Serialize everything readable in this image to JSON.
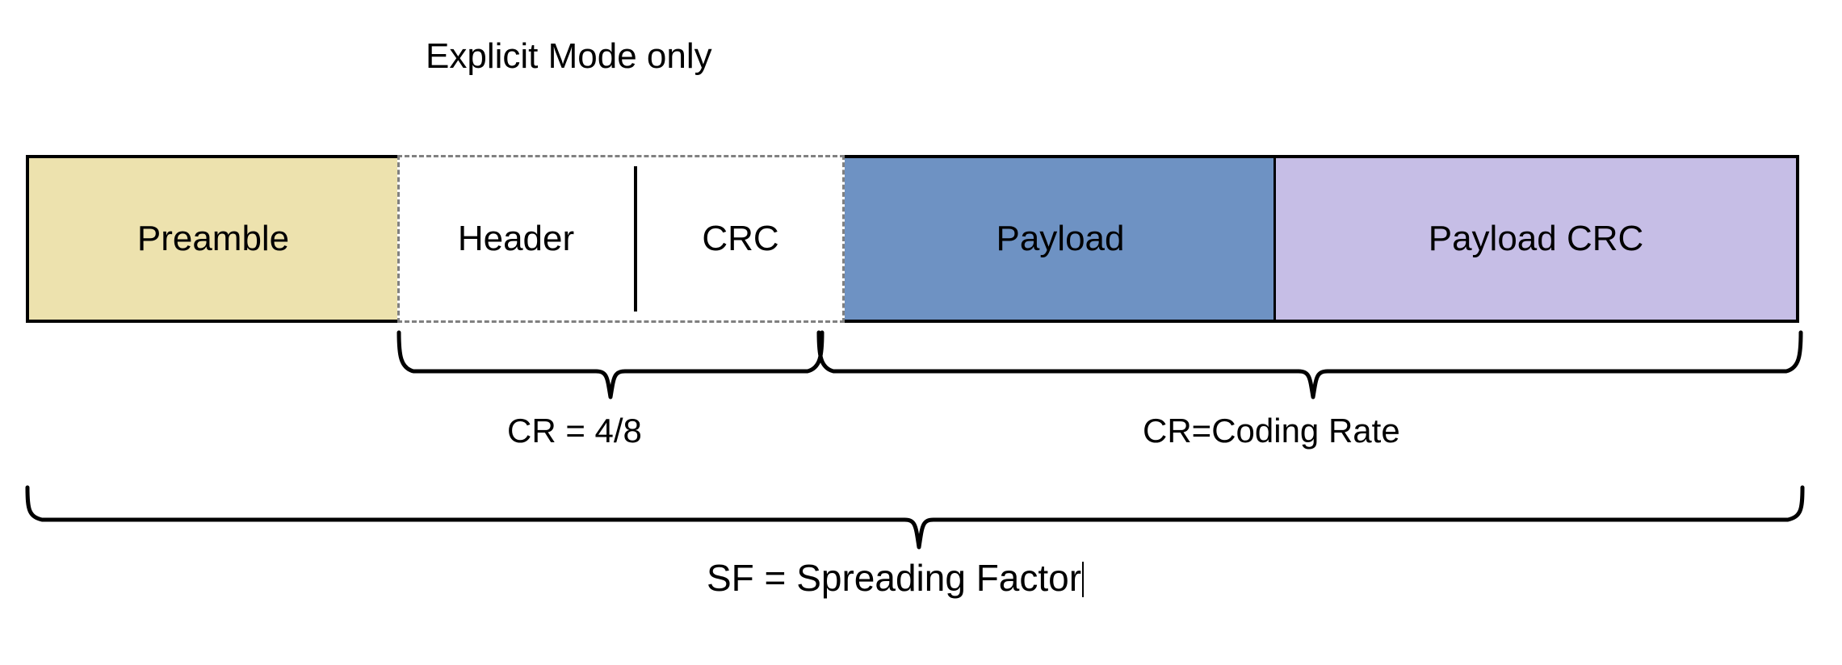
{
  "diagram": {
    "title": "Explicit Mode only",
    "segments": [
      {
        "id": "preamble",
        "label": "Preamble",
        "fill": "#EDE2AE",
        "border": "solid"
      },
      {
        "id": "header",
        "label": "Header",
        "fill": "#FFFFFF",
        "border": "dash-dot"
      },
      {
        "id": "crc",
        "label": "CRC",
        "fill": "#FFFFFF",
        "border": "dash-dot"
      },
      {
        "id": "payload",
        "label": "Payload",
        "fill": "#6E92C3",
        "border": "solid"
      },
      {
        "id": "payload-crc",
        "label": "Payload CRC",
        "fill": "#C6BEE6",
        "border": "solid"
      }
    ],
    "braces": [
      {
        "id": "cr-brace",
        "caption": "CR = 4/8",
        "spans": "Header + CRC"
      },
      {
        "id": "cr-def-brace",
        "caption": "CR=Coding Rate",
        "spans": "Payload + Payload CRC"
      },
      {
        "id": "sf-brace",
        "caption": "SF = Spreading Factor",
        "spans": "entire packet"
      }
    ],
    "colors": {
      "preamble_fill": "#EDE2AE",
      "payload_fill": "#6E92C3",
      "payload_crc_fill": "#C6BEE6",
      "outline": "#000000",
      "dash_outline": "#808080",
      "background": "#FFFFFF"
    }
  }
}
